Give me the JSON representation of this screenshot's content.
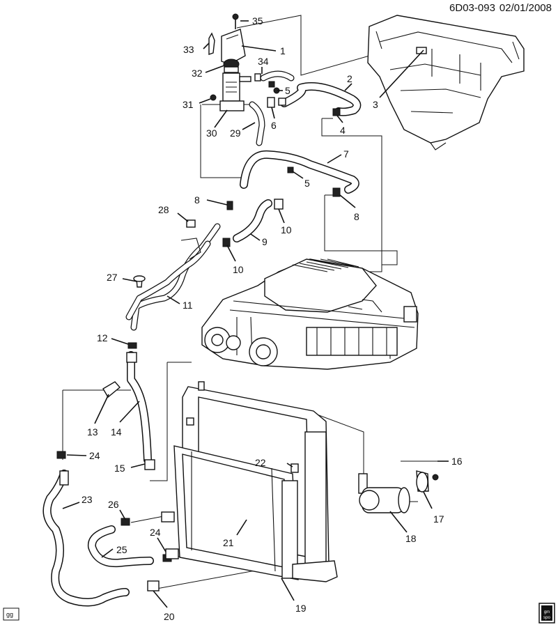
{
  "diagram_id": "6D03-093",
  "diagram_date": "02/01/2008",
  "corner_tag": "gg",
  "logo_text": "GM SPO",
  "callouts": [
    "1",
    "2",
    "3",
    "4",
    "5",
    "5",
    "6",
    "7",
    "8",
    "8",
    "10",
    "10",
    "9",
    "11",
    "12",
    "13",
    "14",
    "15",
    "16",
    "17",
    "18",
    "19",
    "20",
    "21",
    "22",
    "23",
    "24",
    "24",
    "25",
    "26",
    "27",
    "28",
    "29",
    "30",
    "31",
    "32",
    "33",
    "34",
    "35"
  ]
}
